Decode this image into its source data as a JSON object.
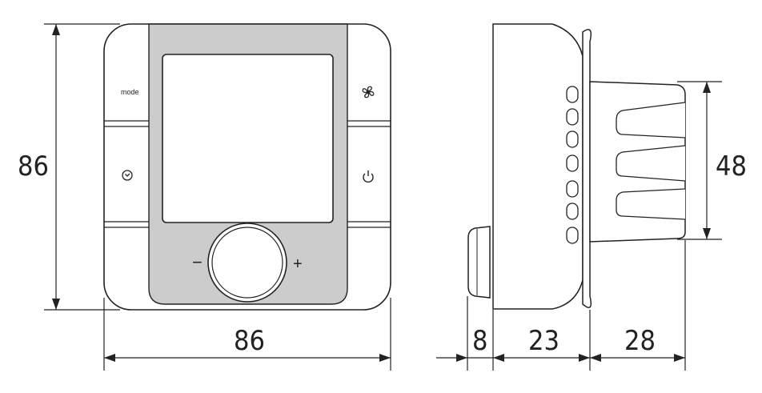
{
  "front_view": {
    "mode_label": "mode",
    "minus_label": "−",
    "plus_label": "+",
    "icons": [
      "fan-icon",
      "clock-icon",
      "power-icon"
    ]
  },
  "dimensions": {
    "front_height": "86",
    "front_width": "86",
    "side_knob_depth": "8",
    "side_body_depth": "23",
    "side_back_depth": "28",
    "side_back_height": "48"
  },
  "colors": {
    "line": "#222222",
    "panel_gray": "#cccccc",
    "button_gray": "#d9d9d9",
    "background": "#ffffff"
  }
}
